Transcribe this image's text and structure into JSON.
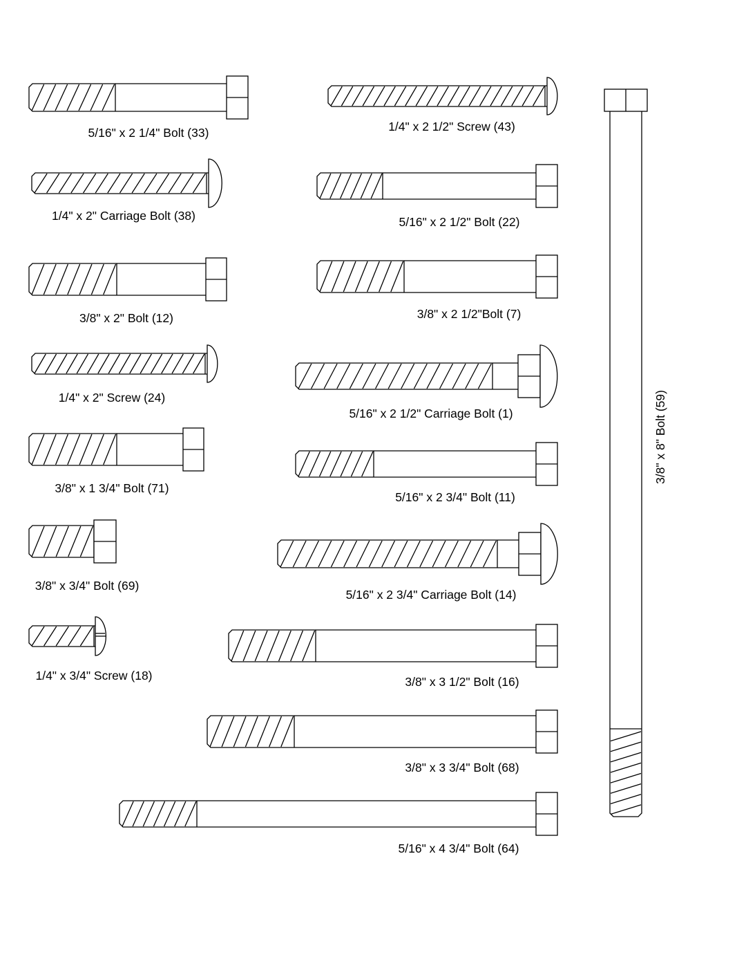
{
  "parts": [
    {
      "label": "5/16\" x 2 1/4\" Bolt (33)"
    },
    {
      "label": "1/4\" x 2\" Carriage Bolt (38)"
    },
    {
      "label": "3/8\" x 2\" Bolt (12)"
    },
    {
      "label": "1/4\" x 2\" Screw (24)"
    },
    {
      "label": "3/8\" x 1 3/4\" Bolt (71)"
    },
    {
      "label": "3/8\" x 3/4\" Bolt (69)"
    },
    {
      "label": "1/4\" x 3/4\" Screw (18)"
    },
    {
      "label": "1/4\" x 2 1/2\" Screw (43)"
    },
    {
      "label": "5/16\" x 2 1/2\" Bolt (22)"
    },
    {
      "label": "3/8\" x 2 1/2\"Bolt (7)"
    },
    {
      "label": "5/16\" x 2 1/2\" Carriage Bolt (1)"
    },
    {
      "label": "5/16\" x 2 3/4\" Bolt (11)"
    },
    {
      "label": "5/16\" x 2 3/4\" Carriage Bolt (14)"
    },
    {
      "label": "3/8\" x 3 1/2\" Bolt (16)"
    },
    {
      "label": "3/8\" x 3 3/4\" Bolt (68)"
    },
    {
      "label": "5/16\" x 4 3/4\" Bolt (64)"
    },
    {
      "label": "3/8\" x 8\" Bolt (59)"
    }
  ]
}
